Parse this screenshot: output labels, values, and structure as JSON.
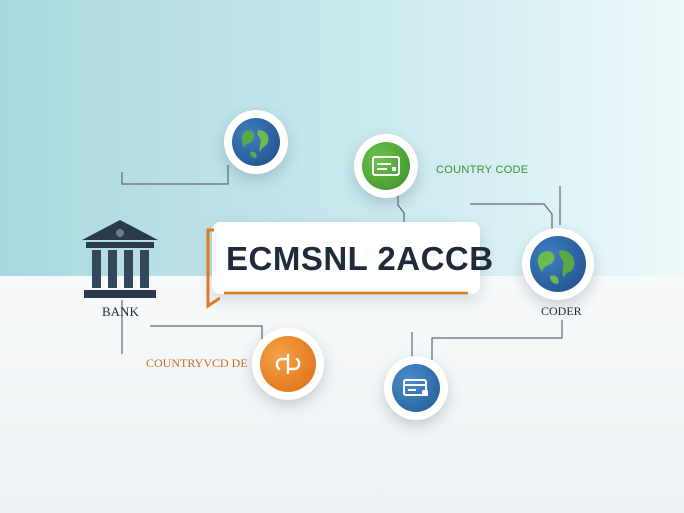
{
  "callout": {
    "title": "ECMSNL 2ACCB"
  },
  "labels": {
    "bank": "BANK",
    "country_code": "COUNTRY CODE",
    "coder": "CODER",
    "country_code_alt": "COUNTRYVCD DE"
  },
  "icons": {
    "bank": "bank-building-icon",
    "globe_top": "globe-icon",
    "globe_right": "globe-icon",
    "green_card": "card-reader-icon",
    "orange_link": "link-icon",
    "blue_card": "credit-card-icon"
  },
  "colors": {
    "accent_orange": "#e07a1f",
    "accent_green": "#4aa63a",
    "accent_blue": "#2e6fa8",
    "text_dark": "#1f2a3a"
  }
}
